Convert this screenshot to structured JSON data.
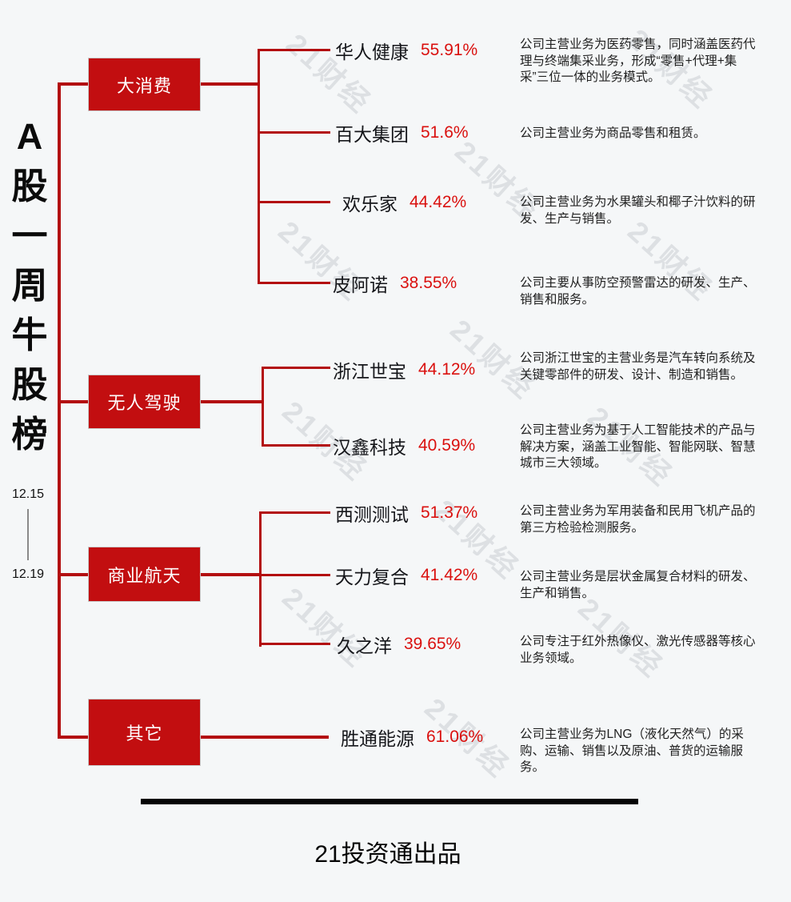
{
  "page": {
    "title": "A股一周牛股榜",
    "title_chars": [
      "A",
      "股",
      "一",
      "周",
      "牛",
      "股",
      "榜"
    ],
    "date_start": "12.15",
    "date_end": "12.19",
    "watermark": "21财经",
    "footer_credit": "21投资通出品"
  },
  "colors": {
    "background": "#f5f7f8",
    "category_box_red": "#c20e10",
    "tree_line_red": "#b30e10",
    "percent_red": "#da100e",
    "watermark_gray": "#d6d9dd",
    "divider_black": "#040404"
  },
  "categories": [
    {
      "label": "大消费",
      "stocks": [
        {
          "name": "华人健康",
          "gain": "55.91%",
          "desc": "公司主营业务为医药零售，同时涵盖医药代理与终端集采业务，形成“零售+代理+集采”三位一体的业务模式。"
        },
        {
          "name": "百大集团",
          "gain": "51.6%",
          "desc": "公司主营业务为商品零售和租赁。"
        },
        {
          "name": "欢乐家",
          "gain": "44.42%",
          "desc": "公司主营业务为水果罐头和椰子汁饮料的研发、生产与销售。"
        },
        {
          "name": "皮阿诺",
          "gain": "38.55%",
          "desc": "公司主要从事防空预警雷达的研发、生产、销售和服务。"
        }
      ]
    },
    {
      "label": "无人驾驶",
      "stocks": [
        {
          "name": "浙江世宝",
          "gain": "44.12%",
          "desc": "公司浙江世宝的主营业务是汽车转向系统及关键零部件的研发、设计、制造和销售。"
        },
        {
          "name": "汉鑫科技",
          "gain": "40.59%",
          "desc": "公司主营业务为基于人工智能技术的产品与解决方案，涵盖工业智能、智能网联、智慧城市三大领域。"
        }
      ]
    },
    {
      "label": "商业航天",
      "stocks": [
        {
          "name": "西测测试",
          "gain": "51.37%",
          "desc": "公司主营业务为军用装备和民用飞机产品的第三方检验检测服务。"
        },
        {
          "name": "天力复合",
          "gain": "41.42%",
          "desc": "公司主营业务是层状金属复合材料的研发、生产和销售。"
        },
        {
          "name": "久之洋",
          "gain": "39.65%",
          "desc": "公司专注于红外热像仪、激光传感器等核心业务领域。"
        }
      ]
    },
    {
      "label": "其它",
      "stocks": [
        {
          "name": "胜通能源",
          "gain": "61.06%",
          "desc": "公司主营业务为LNG（液化天然气）的采购、运输、销售以及原油、普货的运输服务。"
        }
      ]
    }
  ]
}
